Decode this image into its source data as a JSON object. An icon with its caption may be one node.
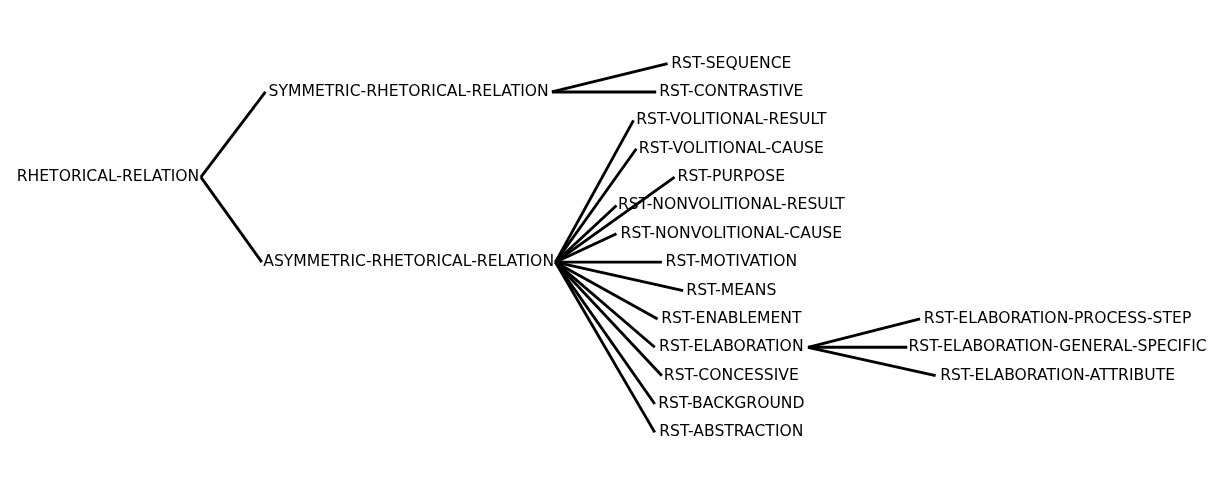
{
  "diagram": {
    "nodes": [
      {
        "text": [
          "RHETORICAL-RELATION"
        ]
      },
      {
        "text": [
          "SYMMETRIC-RHETORICAL-RELATION"
        ]
      },
      {
        "text": [
          "RST-SEQUENCE"
        ]
      },
      {
        "text": [
          "RST-CONTRASTIVE"
        ]
      },
      {
        "text": [
          "ASYMMETRIC-RHETORICAL-RELATION"
        ]
      },
      {
        "text": [
          "RST-VOLITIONAL-RESULT"
        ]
      },
      {
        "text": [
          "RST-VOLITIONAL-CAUSE"
        ]
      },
      {
        "text": [
          "RST-PURPOSE"
        ]
      },
      {
        "text": [
          "RST-NONVOLITIONAL-RESULT"
        ]
      },
      {
        "text": [
          "RST-NONVOLITIONAL-CAUSE"
        ]
      },
      {
        "text": [
          "RST-MOTIVATION"
        ]
      },
      {
        "text": [
          "RST-MEANS"
        ]
      },
      {
        "text": [
          "RST-ENABLEMENT"
        ]
      },
      {
        "text": [
          "RST-ELABORATION"
        ]
      },
      {
        "text": [
          "RST-ELABORATION-PROCESS-STEP"
        ]
      },
      {
        "text": [
          "RST-ELABORATION-GENERAL-SPECIFIC"
        ]
      },
      {
        "text": [
          "RST-ELABORATION-ATTRIBUTE"
        ]
      },
      {
        "text": [
          "RST-CONCESSIVE"
        ]
      },
      {
        "text": [
          "RST-BACKGROUND"
        ]
      },
      {
        "text": [
          "RST-ABSTRACTION"
        ]
      }
    ],
    "edges": [
      {
        "from": 0,
        "to": 1,
        "arrow": "none"
      },
      {
        "from": 0,
        "to": 4,
        "arrow": "none"
      },
      {
        "from": 1,
        "to": 2,
        "arrow": "none"
      },
      {
        "from": 1,
        "to": 3,
        "arrow": "none"
      },
      {
        "from": 4,
        "to": 5,
        "arrow": "none"
      },
      {
        "from": 4,
        "to": 6,
        "arrow": "none"
      },
      {
        "from": 4,
        "to": 7,
        "arrow": "none"
      },
      {
        "from": 4,
        "to": 8,
        "arrow": "none"
      },
      {
        "from": 4,
        "to": 9,
        "arrow": "none"
      },
      {
        "from": 4,
        "to": 10,
        "arrow": "none"
      },
      {
        "from": 4,
        "to": 11,
        "arrow": "none"
      },
      {
        "from": 4,
        "to": 12,
        "arrow": "none"
      },
      {
        "from": 4,
        "to": 13,
        "arrow": "none"
      },
      {
        "from": 13,
        "to": 14,
        "arrow": "none"
      },
      {
        "from": 13,
        "to": 15,
        "arrow": "none"
      },
      {
        "from": 13,
        "to": 16,
        "arrow": "none"
      },
      {
        "from": 4,
        "to": 17,
        "arrow": "none"
      },
      {
        "from": 4,
        "to": 18,
        "arrow": "none"
      },
      {
        "from": 4,
        "to": 19,
        "arrow": "none"
      }
    ]
  }
}
